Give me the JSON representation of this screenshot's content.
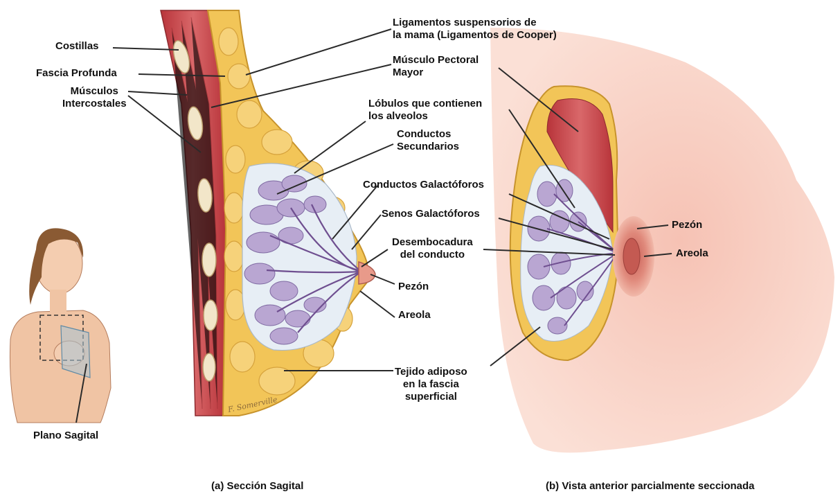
{
  "labels": {
    "costillas": "Costillas",
    "fascia_profunda": "Fascia Profunda",
    "musculos_intercostales": [
      "Músculos",
      "Intercostales"
    ],
    "ligamentos": [
      "Ligamentos suspensorios de",
      "la mama (Ligamentos de Cooper)"
    ],
    "musculo_pectoral": [
      "Músculo Pectoral",
      "Mayor"
    ],
    "lobulos": [
      "Lóbulos que contienen",
      "los alveolos"
    ],
    "conductos_secundarios": [
      "Conductos",
      "Secundarios"
    ],
    "conductos_galactoforos": "Conductos Galactóforos",
    "senos_galactoforos": "Senos Galactóforos",
    "desembocadura": [
      "Desembocadura",
      "del conducto"
    ],
    "pezon_a": "Pezón",
    "areola_a": "Areola",
    "tejido_adiposo": [
      "Tejido adiposo",
      "en la fascia",
      "superficial"
    ],
    "plano_sagital": "Plano Sagital",
    "pezon_b": "Pezón",
    "areola_b": "Areola"
  },
  "captions": {
    "a": "(a) Sección Sagital",
    "b": "(b) Vista anterior parcialmente seccionada"
  },
  "artist_signature": "F. Somerville",
  "colors": {
    "muscle": "#c9484a",
    "fat": "#f0c45a",
    "lobule": "#b9a6d2",
    "skin": "#f3c4b4",
    "areola": "#d8796c"
  }
}
